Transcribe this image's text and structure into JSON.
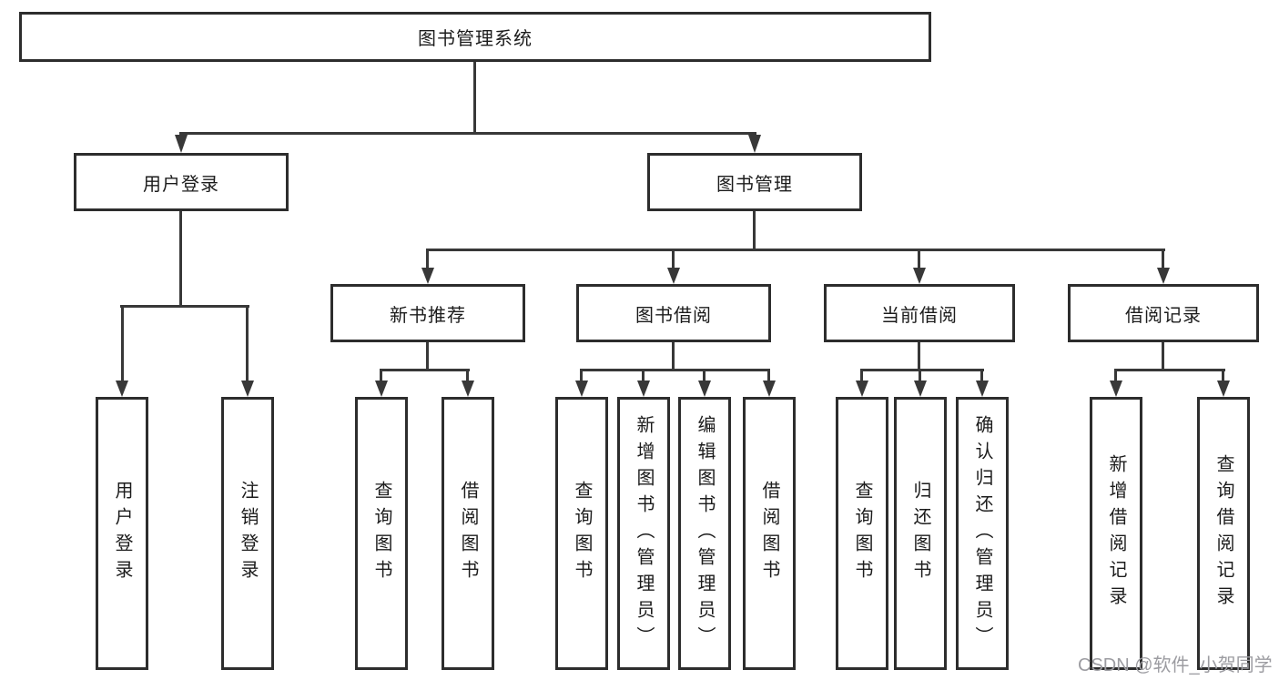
{
  "diagram_type": "hierarchy",
  "tree": {
    "label": "图书管理系统",
    "children": [
      {
        "label": "用户登录",
        "children": [
          {
            "label": "用户登录"
          },
          {
            "label": "注销登录"
          }
        ]
      },
      {
        "label": "图书管理",
        "children": [
          {
            "label": "新书推荐",
            "children": [
              {
                "label": "查询图书"
              },
              {
                "label": "借阅图书"
              }
            ]
          },
          {
            "label": "图书借阅",
            "children": [
              {
                "label": "查询图书"
              },
              {
                "label": "新增图书（管理员）"
              },
              {
                "label": "编辑图书（管理员）"
              },
              {
                "label": "借阅图书"
              }
            ]
          },
          {
            "label": "当前借阅",
            "children": [
              {
                "label": "查询图书"
              },
              {
                "label": "归还图书"
              },
              {
                "label": "确认归还（管理员）"
              }
            ]
          },
          {
            "label": "借阅记录",
            "children": [
              {
                "label": "新增借阅记录"
              },
              {
                "label": "查询借阅记录"
              }
            ]
          }
        ]
      }
    ]
  },
  "watermark": "CSDN @软件_小贺同学",
  "colors": {
    "background": "#ffffff",
    "box_border": "#2d2d2d",
    "connector": "#383838",
    "text": "#1c1c1c",
    "watermark": "#9c9ca1"
  }
}
